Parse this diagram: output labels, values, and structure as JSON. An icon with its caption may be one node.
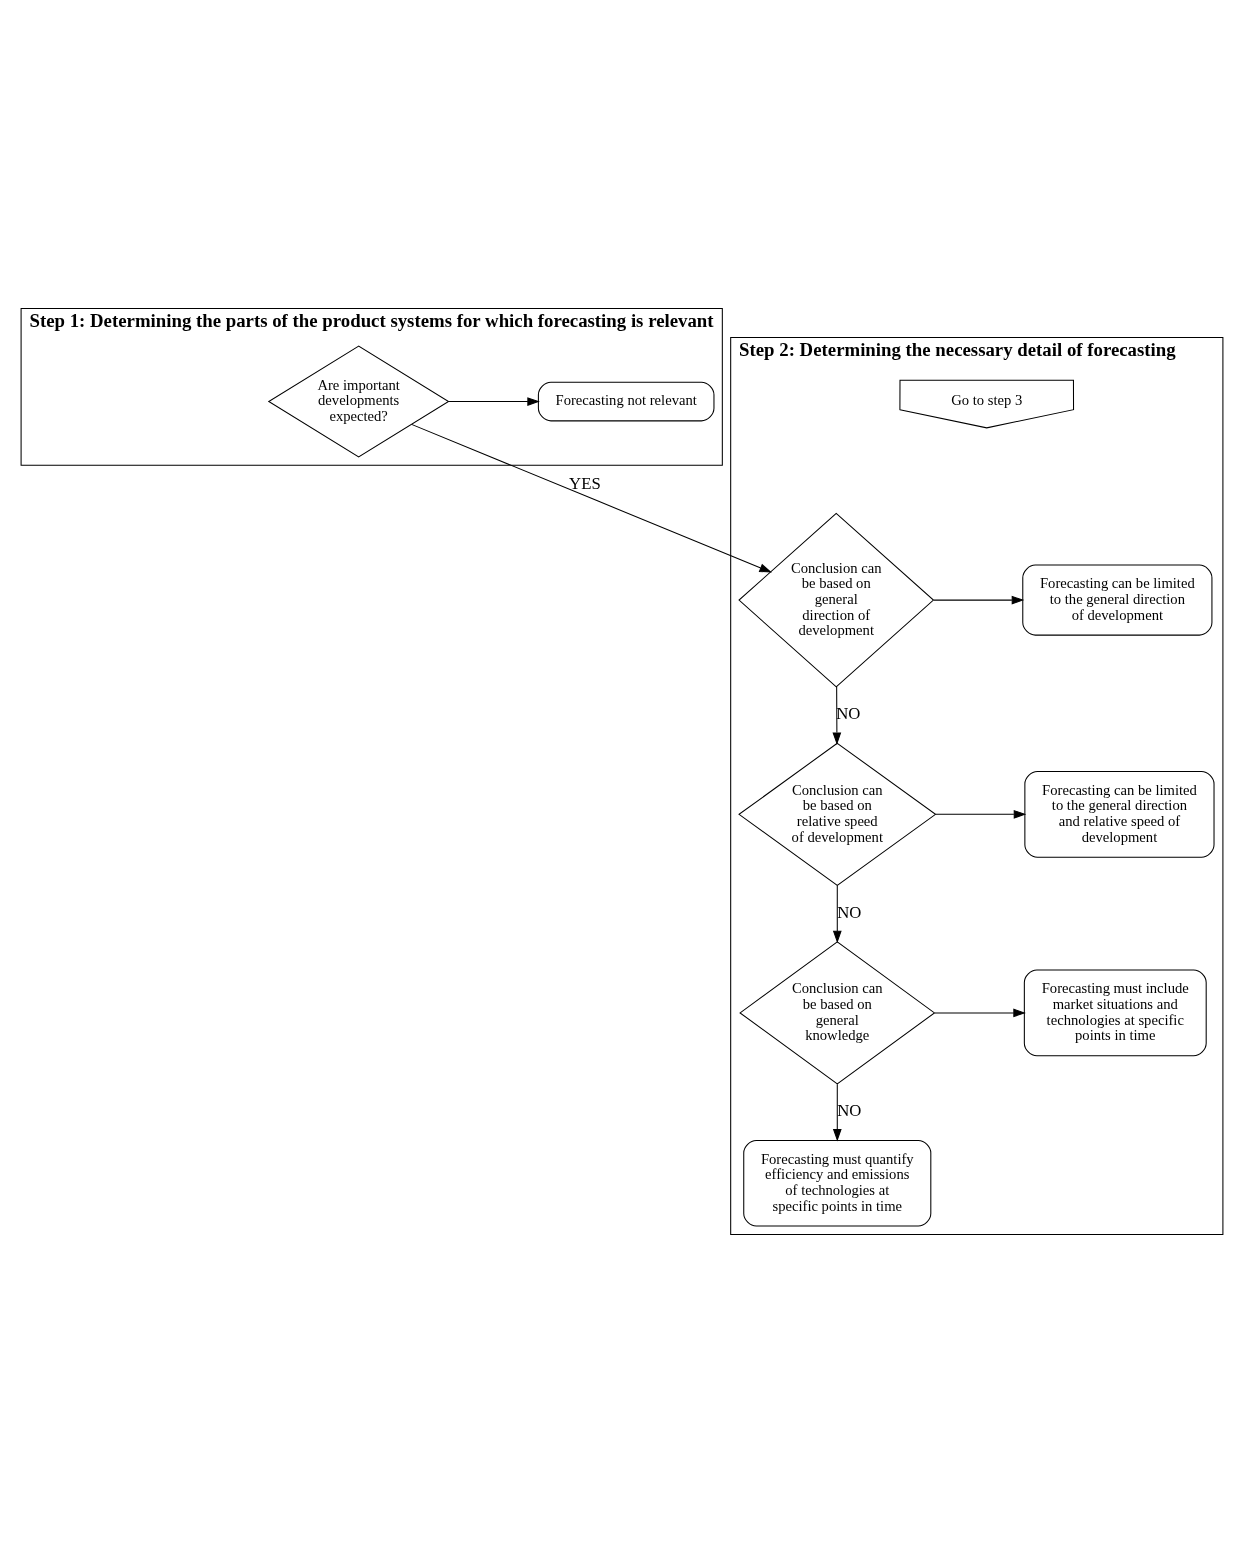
{
  "diagram": {
    "nodes": [
      {
        "text": [
          "Step 1: Determining the parts of the product systems for which forecasting is relevant"
        ]
      },
      {
        "text": [
          "Are important developments expected?"
        ],
        "in": 0
      },
      {
        "text": [
          "Forecasting not relevant"
        ],
        "in": 0
      },
      {
        "text": [
          "Step 2: Determining the necessary detail of forecasting"
        ]
      },
      {
        "text": [
          "Conclusion can be based on general direction of development"
        ],
        "in": 3
      },
      {
        "text": [
          "Forecasting can be limited to the general direction of development"
        ],
        "in": 3
      },
      {
        "text": [
          "Conclusion can be based on relative speed of development"
        ],
        "in": 3
      },
      {
        "text": [
          "Forecasting can be limited to the general direction and relative speed of development"
        ],
        "in": 3
      },
      {
        "text": [
          "Conclusion can be based on general knowledge"
        ],
        "in": 3
      },
      {
        "text": [
          "Forecasting must include market situations and technologies at specific points in time"
        ],
        "in": 3
      },
      {
        "text": [
          "Forecasting must quantify efficiency and emissions of technologies at specific points in time"
        ],
        "in": 3
      },
      {
        "text": [
          "Go to step 3"
        ],
        "in": 3
      }
    ],
    "edges": [
      {
        "from": 1,
        "to": 2,
        "arrow": "to"
      },
      {
        "from": 1,
        "to": 4,
        "arrow": "to",
        "label": "YES"
      },
      {
        "from": 4,
        "to": 5,
        "arrow": "to"
      },
      {
        "from": 4,
        "to": 6,
        "arrow": "to",
        "label": "NO"
      },
      {
        "from": 6,
        "to": 7,
        "arrow": "to"
      },
      {
        "from": 6,
        "to": 8,
        "arrow": "to",
        "label": "NO"
      },
      {
        "from": 8,
        "to": 9,
        "arrow": "to"
      },
      {
        "from": 8,
        "to": 10,
        "arrow": "to",
        "label": "NO"
      }
    ]
  }
}
